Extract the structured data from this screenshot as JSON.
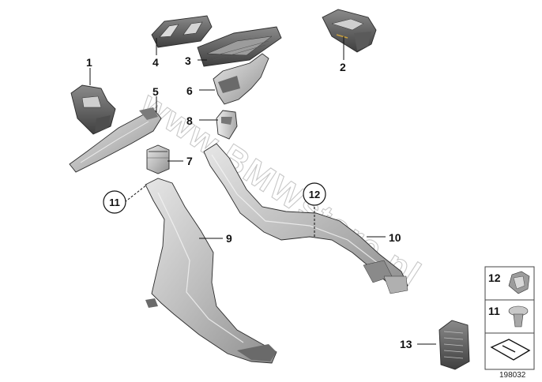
{
  "diagram": {
    "callouts": [
      {
        "id": "callout-1",
        "label": "1"
      },
      {
        "id": "callout-2",
        "label": "2"
      },
      {
        "id": "callout-3",
        "label": "3"
      },
      {
        "id": "callout-4",
        "label": "4"
      },
      {
        "id": "callout-5",
        "label": "5"
      },
      {
        "id": "callout-6",
        "label": "6"
      },
      {
        "id": "callout-7",
        "label": "7"
      },
      {
        "id": "callout-8",
        "label": "8"
      },
      {
        "id": "callout-9",
        "label": "9"
      },
      {
        "id": "callout-10",
        "label": "10"
      },
      {
        "id": "callout-13",
        "label": "13"
      }
    ],
    "circled_callouts": [
      {
        "id": "circled-11",
        "label": "11"
      },
      {
        "id": "circled-12",
        "label": "12"
      }
    ],
    "legend": [
      {
        "id": "legend-12",
        "label": "12",
        "icon": "nut-icon"
      },
      {
        "id": "legend-11",
        "label": "11",
        "icon": "expanding-rivet-icon"
      },
      {
        "id": "legend-symbol",
        "label": "",
        "icon": "section-symbol-icon"
      }
    ],
    "watermark": "www.BMWstore.pl",
    "figure_id": "198032"
  }
}
